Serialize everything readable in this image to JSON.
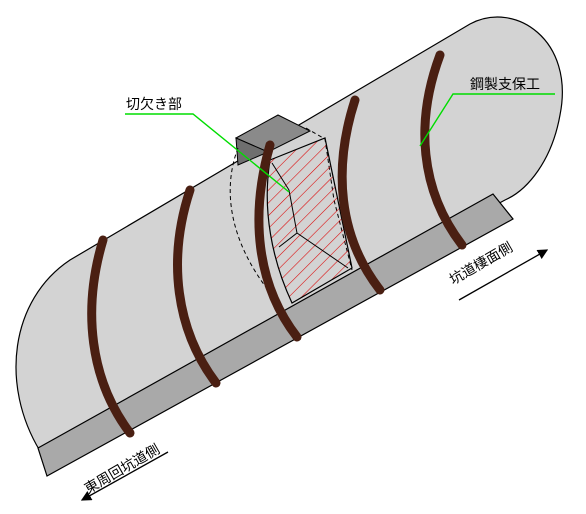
{
  "labels": {
    "notch": "切欠き部",
    "steel_support": "鋼製支保工",
    "tunnel_face_side": "坑道棲面側",
    "east_gallery_side": "東周回坑道側"
  },
  "colors": {
    "tunnel_body": "#d3d3d3",
    "tunnel_floor_band": "#a9a9a9",
    "steel_ring": "#4a1f12",
    "notch_hatch": "#dd0000",
    "leader_line": "#00dd00",
    "outline": "#000000"
  }
}
